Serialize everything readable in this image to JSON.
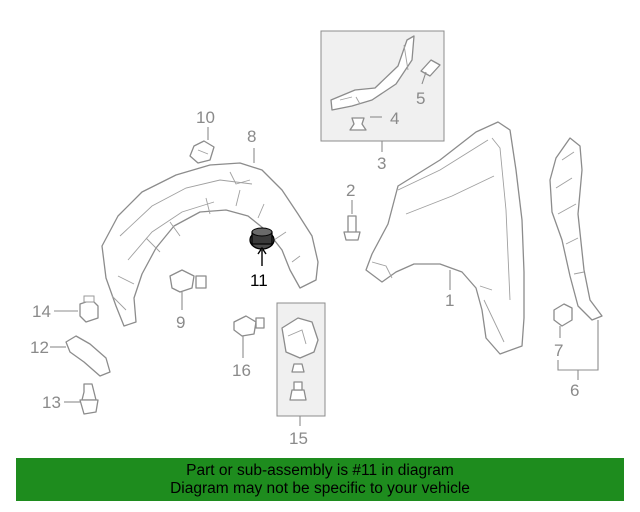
{
  "callouts": {
    "c1": "1",
    "c2": "2",
    "c3": "3",
    "c4": "4",
    "c5": "5",
    "c6": "6",
    "c7": "7",
    "c8": "8",
    "c9": "9",
    "c10": "10",
    "c11": "11",
    "c12": "12",
    "c13": "13",
    "c14": "14",
    "c15": "15",
    "c16": "16"
  },
  "highlighted_part": "11",
  "colors": {
    "banner_bg": "#1e8c1e",
    "highlight": "#000000",
    "part_line": "#8c8c8c",
    "box_fill": "#f0f0f0"
  },
  "banner": {
    "line1": "Part or sub-assembly is #11 in diagram",
    "line2": "Diagram may not be specific to your vehicle"
  }
}
